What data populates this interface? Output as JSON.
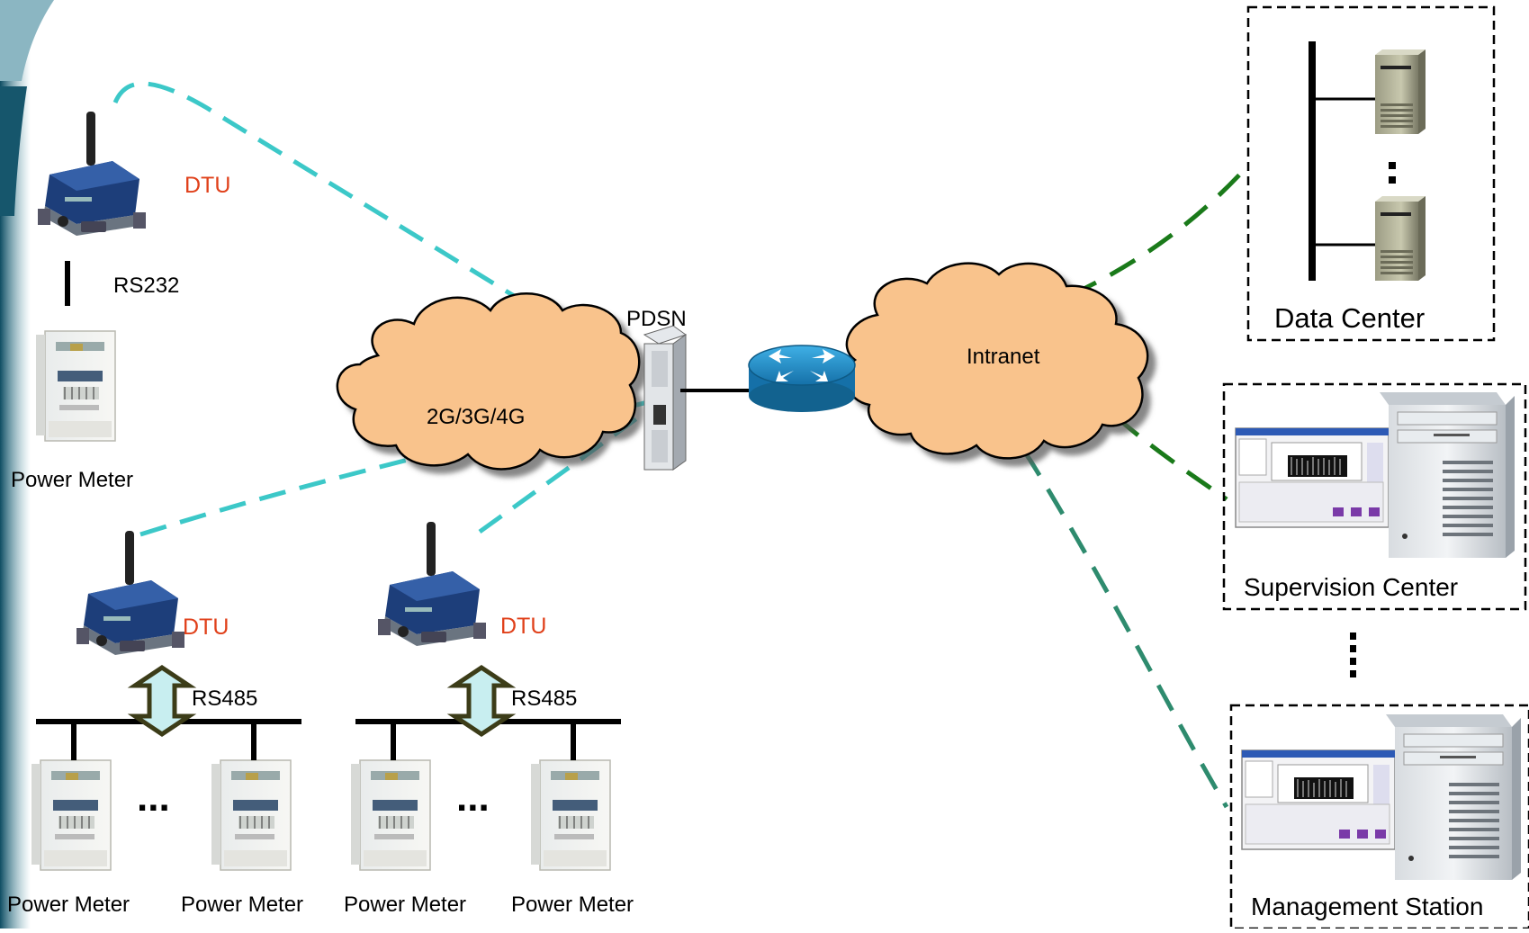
{
  "colors": {
    "dtu_label": "#e0401a",
    "cellular_link": "#3cc8c8",
    "intranet_link_dark": "#1a7a1a",
    "intranet_link_teal": "#2e8b6e",
    "cloud_fill": "#f9c38c",
    "router": "#1f8fc9"
  },
  "labels": {
    "dtu_top": "DTU",
    "dtu_left": "DTU",
    "dtu_mid": "DTU",
    "rs232": "RS232",
    "rs485_left": "RS485",
    "rs485_mid": "RS485",
    "power_meter_top": "Power Meter",
    "power_meter_1": "Power Meter",
    "power_meter_2": "Power Meter",
    "power_meter_3": "Power Meter",
    "power_meter_4": "Power Meter",
    "ellipsis_left": "...",
    "ellipsis_mid": "...",
    "cellular_network": "2G/3G/4G",
    "pdsn": "PDSN",
    "intranet": "Intranet",
    "data_center": "Data Center",
    "supervision_center": "Supervision Center",
    "management_station": "Management Station"
  }
}
